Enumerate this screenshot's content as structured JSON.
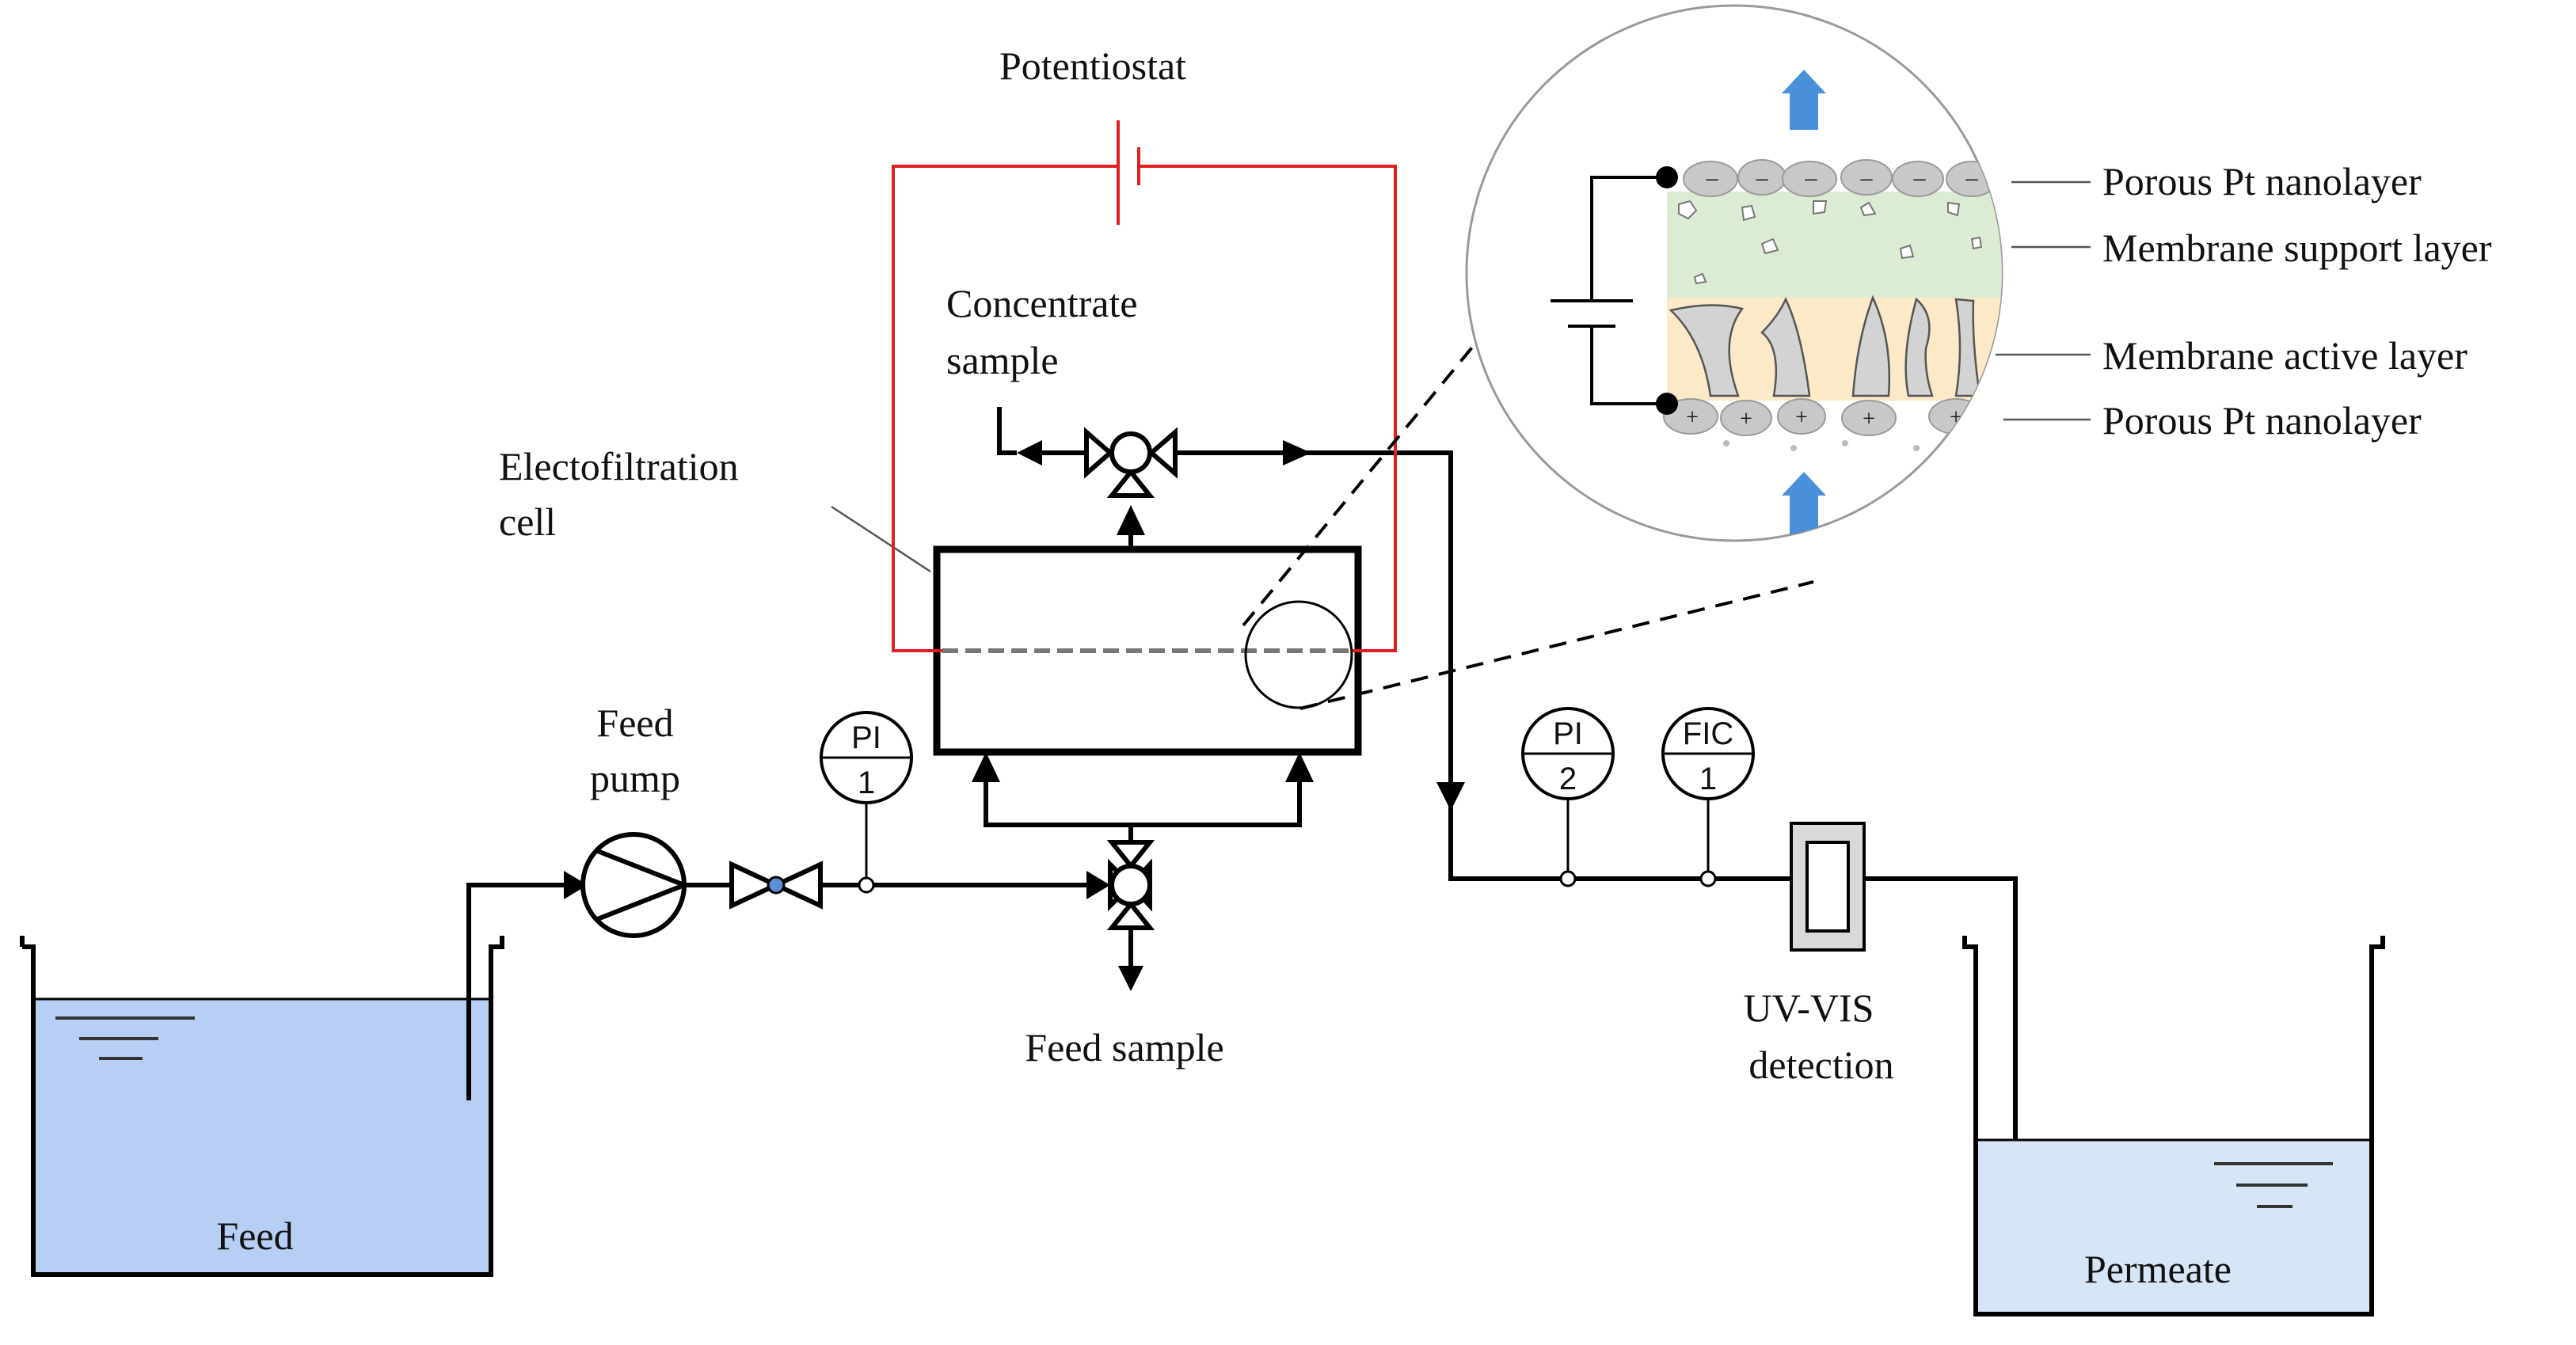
{
  "labels": {
    "potentiostat": "Potentiostat",
    "concentrate_sample_1": "Concentrate",
    "concentrate_sample_2": "sample",
    "cell_1": "Electofiltration",
    "cell_2": "cell",
    "feed_pump_1": "Feed",
    "feed_pump_2": "pump",
    "feed_sample": "Feed sample",
    "feed_tank": "Feed",
    "permeate_tank": "Permeate",
    "uvvis_1": "UV-VIS",
    "uvvis_2": "detection"
  },
  "instruments": {
    "pi1": {
      "tag": "PI",
      "num": "1"
    },
    "pi2": {
      "tag": "PI",
      "num": "2"
    },
    "fic1": {
      "tag": "FIC",
      "num": "1"
    }
  },
  "magnified_view": {
    "layers": [
      "Porous Pt nanolayer",
      "Membrane support layer",
      "Membrane active layer",
      "Porous Pt nanolayer"
    ],
    "top_charge": "–",
    "bottom_charge": "+"
  },
  "colors": {
    "potentiostat_wire": "#e02020",
    "feed_water": "#b8cff5",
    "permeate_water": "#d7e6f7",
    "support_layer": "#dcebd3",
    "active_layer": "#fbe9c8",
    "flow_arrow": "#4a90d9"
  }
}
